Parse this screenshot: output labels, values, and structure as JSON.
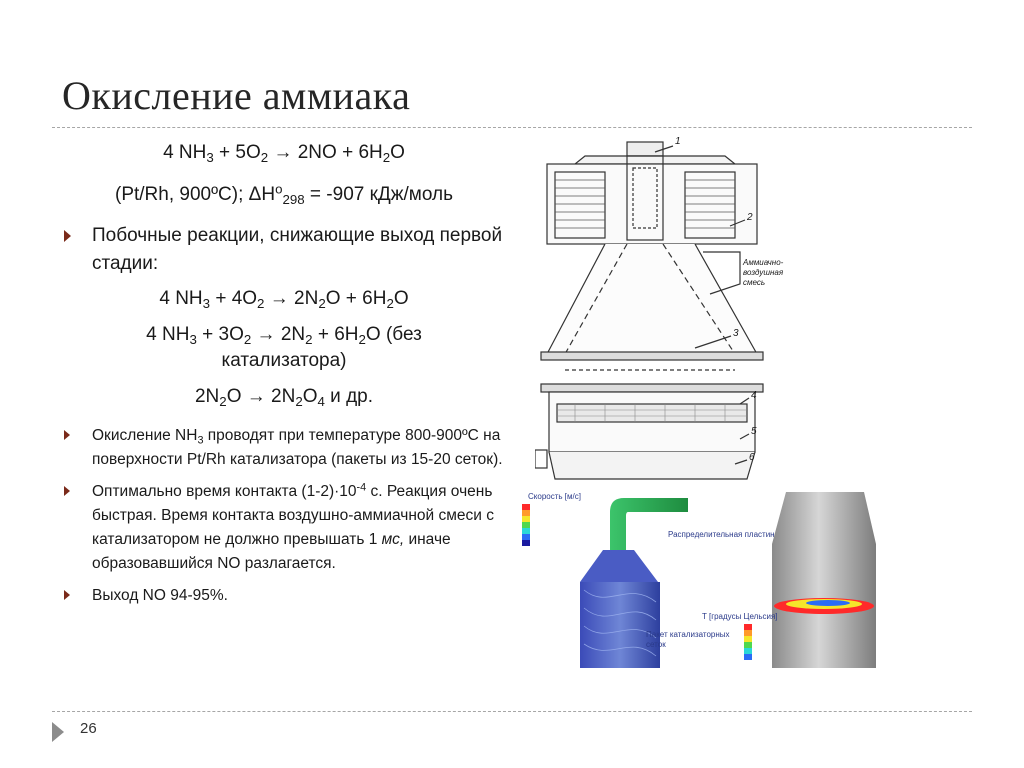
{
  "slide": {
    "title": "Окисление аммиака",
    "page_number": "26"
  },
  "content": {
    "eq1": {
      "a": "4 NH",
      "b": "3",
      "c": " + 5O",
      "d": "2",
      "e": " → 2NO + 6H",
      "f": "2",
      "g": "O"
    },
    "eq2": {
      "a": "(Pt/Rh, 900ºC); ΔH",
      "b": "o",
      "c": "298",
      "d": " = -907 кДж/моль"
    },
    "bullet1": "Побочные реакции, снижающие выход первой стадии:",
    "eq3": {
      "a": "4 NH",
      "b": "3",
      "c": " + 4O",
      "d": "2",
      "e": " → 2N",
      "f": "2",
      "g": "O + 6H",
      "h": "2",
      "i": "O"
    },
    "eq4": {
      "a": "4 NH",
      "b": "3",
      "c": " + 3O",
      "d": "2",
      "e": " → 2N",
      "f": "2",
      "g": " + 6H",
      "h": "2",
      "i": "O (без катализатора)"
    },
    "eq5": {
      "a": "2N",
      "b": "2",
      "c": "O → 2N",
      "d": "2",
      "e": "O",
      "f": "4",
      "g": " и др."
    },
    "bullet2": {
      "a": "Окисление NH",
      "b": "3",
      "c": " проводят при температуре 800-900ºС на поверхности Pt/Rh катализатора (пакеты из 15-20 сеток)."
    },
    "bullet3": {
      "a": "Оптимально время контакта (1-2)·10",
      "b": "-4",
      "c": " с. Реакция очень быстрая. Время контакта воздушно-аммиачной смеси с катализатором не должно превышать 1 ",
      "d": "мс,",
      "e": " иначе образовавшийся NO разлагается."
    },
    "bullet4": "Выход NO 94-95%."
  },
  "figure_labels": {
    "reactor": {
      "n1": "1",
      "n2": "2",
      "n3": "3",
      "n4": "4",
      "n5": "5",
      "n6": "6",
      "inlet_l1": "Аммиачно-",
      "inlet_l2": "воздушная",
      "inlet_l3": "смесь"
    },
    "cfd": {
      "speed_title": "Скорость [м/с]",
      "distributor_plate": "Распределительная пластина",
      "catalyst_pack_l1": "Пакет катализаторных",
      "catalyst_pack_l2": "сеток",
      "temperature_title": "T [градусы Цельсия]"
    }
  },
  "colors": {
    "bullet_marker": "#7a2a1a",
    "title": "#262626",
    "rule": "#a6a6a6"
  }
}
